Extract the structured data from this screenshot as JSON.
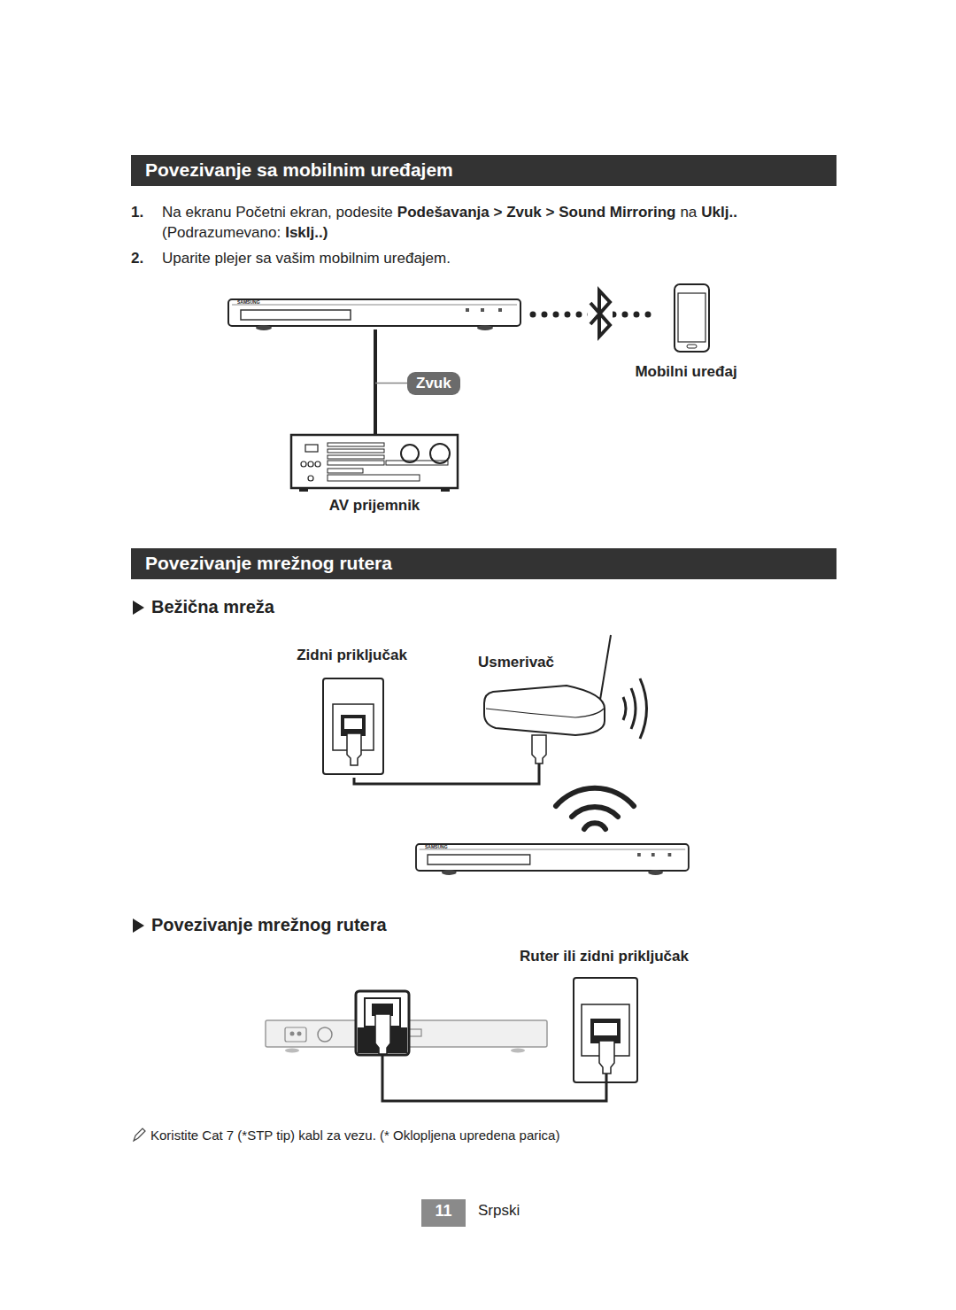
{
  "diagram": {
    "nodes": [
      {
        "text": [
          "Povezivanje sa mobilnim uređajem"
        ]
      },
      {
        "text": [
          "SAMSUNG"
        ]
      },
      {
        "text": [
          "Mobilni uređaj"
        ]
      },
      {
        "text": [
          "AV prijemnik"
        ]
      },
      {
        "text": [
          "Povezivanje mrežnog rutera"
        ]
      },
      {
        "text": [
          "Zidni priključak"
        ]
      },
      {
        "text": [
          "Usmerivač"
        ]
      },
      {
        "text": [
          "SAMSUNG"
        ]
      },
      {
        "text": [
          "Ruter ili zidni priključak"
        ]
      }
    ],
    "edges": [
      {
        "from": 1,
        "to": 2,
        "arrow": "none"
      },
      {
        "from": 1,
        "to": 3,
        "label": "Zvuk",
        "arrow": "none"
      },
      {
        "from": 5,
        "to": 6,
        "arrow": "none"
      }
    ],
    "labels": [
      "1.",
      "Na ekranu Početni ekran, podesite",
      "Podešavanja > Zvuk > Sound Mirroring",
      "na",
      "Uklj..",
      "(Podrazumevano:",
      "Isklj..)",
      "2.",
      "Uparite plejer sa vašim mobilnim uređajem.",
      "Bežična mreža",
      "Povezivanje mrežnog rutera",
      "Koristite Cat 7 (*STP tip) kabl za vezu. (* Oklopljena upredena parica)",
      "11",
      "Srpski"
    ]
  }
}
